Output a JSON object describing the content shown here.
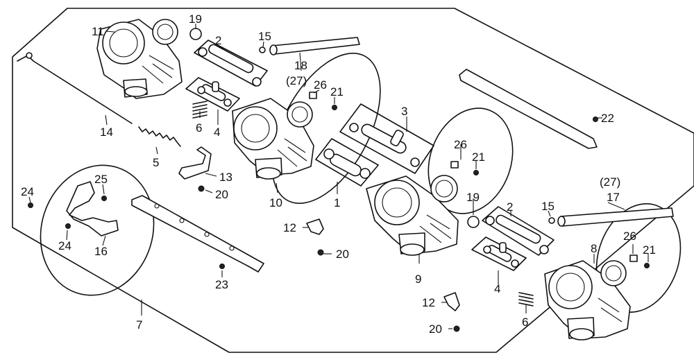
{
  "diagram": {
    "callouts": {
      "c1": "1",
      "c2a": "2",
      "c2b": "2",
      "c3": "3",
      "c4a": "4",
      "c4b": "4",
      "c5": "5",
      "c6a": "6",
      "c6b": "6",
      "c7": "7",
      "c8": "8",
      "c9": "9",
      "c10": "10",
      "c11": "11",
      "c12a": "12",
      "c12b": "12",
      "c13": "13",
      "c14": "14",
      "c15a": "15",
      "c15b": "15",
      "c16": "16",
      "c17": "17",
      "c18": "18",
      "c19a": "19",
      "c19b": "19",
      "c20a": "20",
      "c20b": "20",
      "c20c": "20",
      "c21a": "21",
      "c21b": "21",
      "c21c": "21",
      "c22": "22",
      "c23": "23",
      "c24a": "24",
      "c24b": "24",
      "c25": "25",
      "c26a": "26",
      "c26b": "26",
      "c26c": "26",
      "c27a": "(27)",
      "c27b": "(27)"
    }
  }
}
